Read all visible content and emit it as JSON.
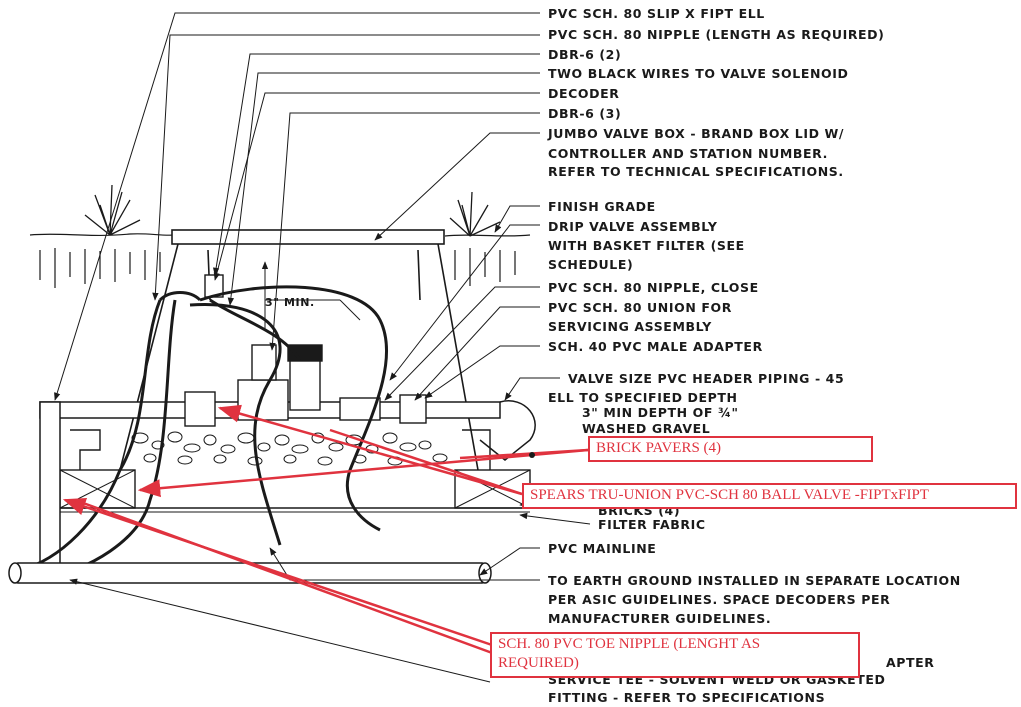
{
  "labels": {
    "l01": "PVC SCH. 80 SLIP x FIPT ELL",
    "l02": "PVC SCH. 80 NIPPLE (LENGTH AS REQUIRED)",
    "l03": "DBR-6 (2)",
    "l04": "TWO BLACK WIRES TO VALVE SOLENOID",
    "l05": "DECODER",
    "l06": "DBR-6 (3)",
    "l07a": "JUMBO VALVE BOX - BRAND BOX LID W/",
    "l07b": "CONTROLLER AND STATION NUMBER.",
    "l07c": "REFER TO TECHNICAL SPECIFICATIONS.",
    "l08": "FINISH GRADE",
    "l09a": "DRIP VALVE ASSEMBLY",
    "l09b": "WITH BASKET FILTER (SEE",
    "l09c": "SCHEDULE)",
    "l10": "PVC SCH. 80 NIPPLE, CLOSE",
    "l11a": "PVC SCH. 80 UNION FOR",
    "l11b": "SERVICING ASSEMBLY",
    "l12": "SCH. 40 PVC MALE ADAPTER",
    "l13a": "VALVE SIZE PVC HEADER PIPING - 45",
    "l13b": "ELL TO SPECIFIED DEPTH",
    "l14a": "3\" MIN DEPTH OF ¾\"",
    "l14b": "WASHED GRAVEL",
    "l15": "BRICKS (4)",
    "l16": "FILTER FABRIC",
    "l17": "PVC MAINLINE",
    "l18a": "TO EARTH GROUND INSTALLED IN SEPARATE LOCATION",
    "l18b": "PER ASIC GUIDELINES. SPACE DECODERS PER",
    "l18c": "MANUFACTURER GUIDELINES.",
    "l19": "APTER",
    "l20a": "SERVICE TEE - SOLVENT WELD OR GASKETED",
    "l20b": "FITTING - REFER TO SPECIFICATIONS",
    "dim": "3\" MIN."
  },
  "callouts": {
    "c1": "BRICK PAVERS (4)",
    "c2": "SPEARS TRU-UNION PVC-SCH 80 BALL VALVE -FIPTxFIPT",
    "c3a": "SCH. 80 PVC TOE NIPPLE (LENGHT AS",
    "c3b": "REQUIRED)"
  },
  "colors": {
    "ink": "#1a1a1a",
    "markup": "#e0333f"
  }
}
